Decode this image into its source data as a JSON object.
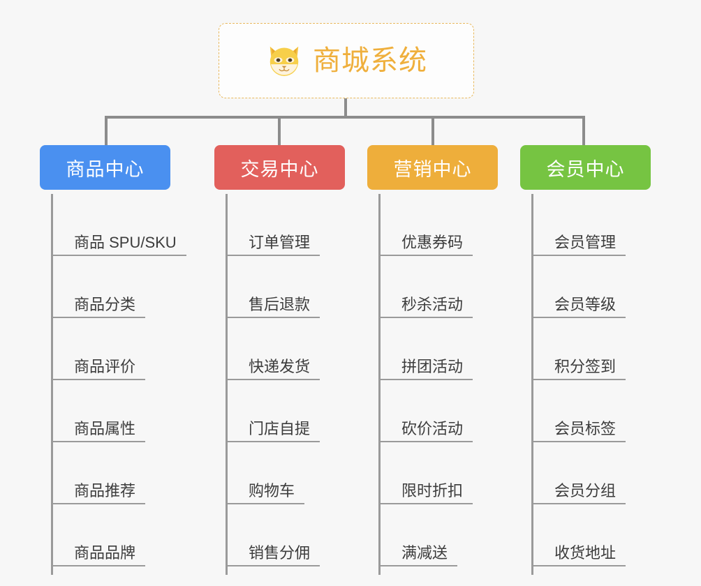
{
  "root": {
    "title": "商城系统",
    "emoji_name": "shiba-inu-dog-face",
    "border_color": "#e8b85c",
    "title_color": "#efaf3c",
    "background": "#fdfdfd"
  },
  "canvas": {
    "background": "#f7f7f7",
    "connector_color": "#8c8c8c",
    "leaf_line_color": "#9a9a9a"
  },
  "categories": [
    {
      "label": "商品中心",
      "color": "#4a90f0",
      "items": [
        "商品 SPU/SKU",
        "商品分类",
        "商品评价",
        "商品属性",
        "商品推荐",
        "商品品牌"
      ]
    },
    {
      "label": "交易中心",
      "color": "#e2605c",
      "items": [
        "订单管理",
        "售后退款",
        "快递发货",
        "门店自提",
        "购物车",
        "销售分佣"
      ]
    },
    {
      "label": "营销中心",
      "color": "#eeae3b",
      "items": [
        "优惠券码",
        "秒杀活动",
        "拼团活动",
        "砍价活动",
        "限时折扣",
        "满减送"
      ]
    },
    {
      "label": "会员中心",
      "color": "#76c442",
      "items": [
        "会员管理",
        "会员等级",
        "积分签到",
        "会员标签",
        "会员分组",
        "收货地址"
      ]
    }
  ]
}
